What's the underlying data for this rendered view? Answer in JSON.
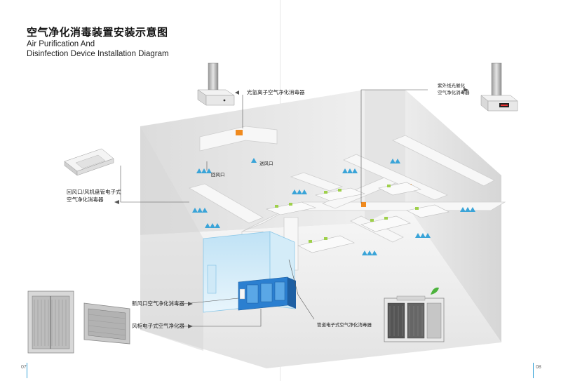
{
  "title": {
    "zh": "空气净化消毒装置安装示意图",
    "en_line1": "Air Purification And",
    "en_line2": "Disinfection Device Installation Diagram"
  },
  "labels": {
    "photo_hydrogen_ion": "光氢离子空气净化消毒器",
    "uv_photocatalysis_line1": "紫外线光催化",
    "uv_photocatalysis_line2": "空气净化消毒器",
    "return_air_fancoil_line1": "回风口/风机盘管电子式",
    "return_air_fancoil_line2": "空气净化消毒器",
    "return_air_port": "回风口",
    "supply_air_port": "送风口",
    "fresh_air_inlet": "新风口空气净化消毒器",
    "ahu_electronic": "风柜电子式空气净化器",
    "duct_electronic": "管道电子式空气净化消毒器"
  },
  "page_numbers": {
    "left": "07",
    "right": "08"
  },
  "colors": {
    "accent_blue": "#3aa4d8",
    "device_orange": "#f08a1e",
    "room_grey": "#e9e9e9",
    "duct_white": "#f5f5f5"
  }
}
